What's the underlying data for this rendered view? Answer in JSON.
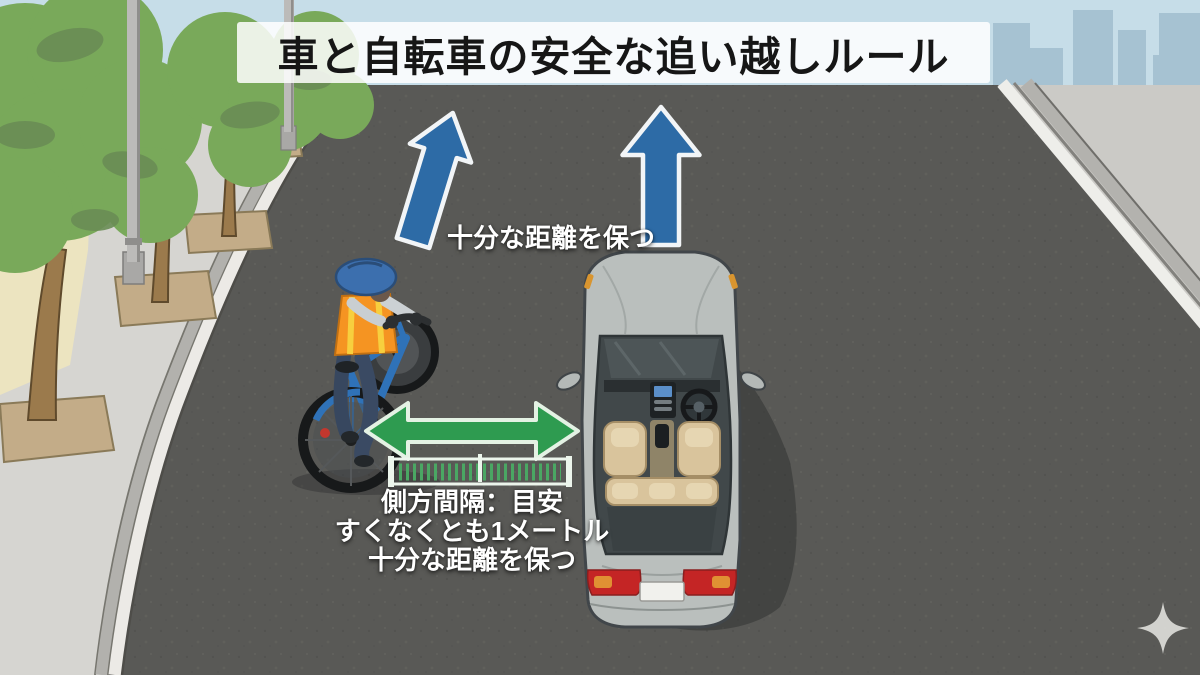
{
  "title": {
    "text": "車と自転車の安全な追い越しルール"
  },
  "road_labels": {
    "keep_distance": "十分な距離を保つ",
    "side_gap_line1": "側方間隔：目安",
    "side_gap_line2": "すくなくとも1メートル",
    "side_gap_line3": "十分な距離を保つ"
  },
  "icons": {
    "sparkle": "sparkle-icon",
    "direction_arrows": "up-arrow-icon",
    "gap_arrow": "double-headed-arrow-icon",
    "ruler": "ruler-icon"
  },
  "colors": {
    "sky": "#c6dde8",
    "skyline": "#a6c2d2",
    "road": "#595956",
    "sidewalk": "#d6d5d1",
    "curb_white": "#eceae6",
    "lane_line": "#eeeeea",
    "right_pavement": "#cbcac6",
    "tree_green": "#79a95a",
    "trunk_brown": "#9b7a4c",
    "planter_tan": "#c3ac88",
    "direction_arrow_blue": "#2d6ba6",
    "gap_arrow_green": "#2e9b50",
    "vest_orange": "#f59422",
    "bike_blue": "#2f72b8",
    "car_silver": "#babfbd",
    "seat_tan": "#d9c49c",
    "taillight_red": "#c42525",
    "banner_bg": "rgba(255,255,255,0.85)",
    "title_text": "#161616",
    "label_text": "#ffffff"
  }
}
